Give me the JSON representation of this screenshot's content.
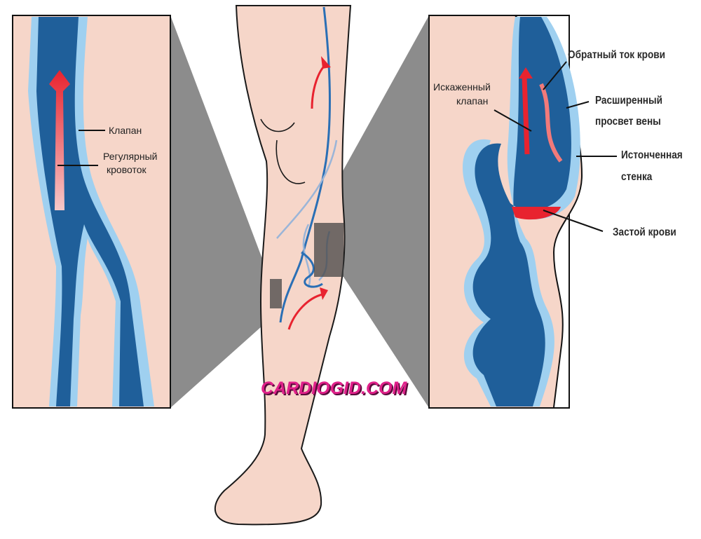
{
  "left_panel": {
    "valve_label": "Клапан",
    "flow_label_line1": "Регулярный",
    "flow_label_line2": "кровоток"
  },
  "right_panel": {
    "distorted_valve_line1": "Искаженный",
    "distorted_valve_line2": "клапан",
    "reverse_flow": "Обратный ток крови",
    "dilated_line1": "Расширенный",
    "dilated_line2": "просвет вены",
    "thinned_line1": "Истонченная",
    "thinned_line2": "стенка",
    "stasis": "Застой крови"
  },
  "watermark": "CARDIOGID.COM",
  "colors": {
    "skin": "#f6d6c9",
    "vein_dark": "#1f5f9a",
    "vein_light": "#9fd0f0",
    "blood": "#e8232f",
    "cone": "#8a8a8a"
  }
}
